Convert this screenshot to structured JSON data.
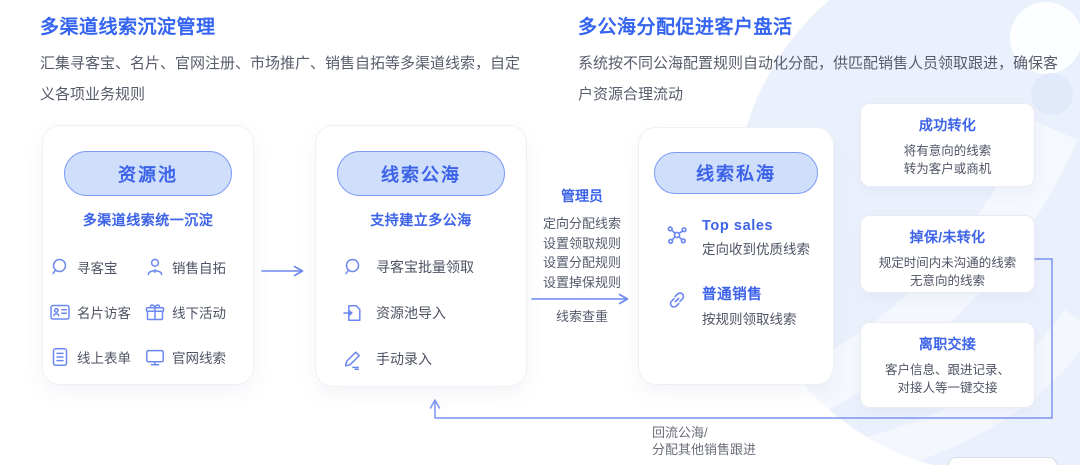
{
  "colors": {
    "accent_blue": "#3565F0",
    "pill_text": "#3D63E8",
    "pill_background": "#CFDEFB",
    "pill_border": "#7E9BF4",
    "icon_blue": "#6C88F0",
    "connector_blue": "#7C92F2",
    "body_gray": "#585D6C",
    "watermark_blue": "#EBF1FC"
  },
  "headers": {
    "left": {
      "title": "多渠道线索沉淀管理",
      "desc": "汇集寻客宝、名片、官网注册、市场推广、销售自拓等多渠道线索，自定义各项业务规则"
    },
    "right": {
      "title": "多公海分配促进客户盘活",
      "desc": "系统按不同公海配置规则自动化分配，供匹配销售人员领取跟进，确保客户资源合理流动"
    }
  },
  "resource_pool": {
    "title": "资源池",
    "subtitle": "多渠道线索统一沉淀",
    "items": [
      {
        "icon": "search-icon",
        "label": "寻客宝"
      },
      {
        "icon": "person-icon",
        "label": "销售自拓"
      },
      {
        "icon": "business-card-icon",
        "label": "名片访客"
      },
      {
        "icon": "gift-icon",
        "label": "线下活动"
      },
      {
        "icon": "form-icon",
        "label": "线上表单"
      },
      {
        "icon": "monitor-icon",
        "label": "官网线索"
      }
    ]
  },
  "public_pool": {
    "title": "线索公海",
    "subtitle": "支持建立多公海",
    "items": [
      {
        "icon": "search-icon",
        "label": "寻客宝批量领取"
      },
      {
        "icon": "import-icon",
        "label": "资源池导入"
      },
      {
        "icon": "edit-icon",
        "label": "手动录入"
      }
    ]
  },
  "admin": {
    "title": "管理员",
    "rules": [
      "定向分配线索",
      "设置领取规则",
      "设置分配规则",
      "设置掉保规则"
    ],
    "dedupe": "线索查重"
  },
  "private_pool": {
    "title": "线索私海",
    "roles": [
      {
        "icon": "network-icon",
        "name": "Top sales",
        "desc": "定向收到优质线索"
      },
      {
        "icon": "link-icon",
        "name": "普通销售",
        "desc": "按规则领取线索"
      }
    ]
  },
  "outcomes": [
    {
      "title": "成功转化",
      "lines": [
        "将有意向的线索",
        "转为客户或商机"
      ]
    },
    {
      "title": "掉保/未转化",
      "lines": [
        "规定时间内未沟通的线索",
        "无意向的线索"
      ]
    },
    {
      "title": "离职交接",
      "lines": [
        "客户信息、跟进记录、",
        "对接人等一键交接"
      ]
    }
  ],
  "return_flow": {
    "line1": "回流公海/",
    "line2": "分配其他销售跟进"
  }
}
